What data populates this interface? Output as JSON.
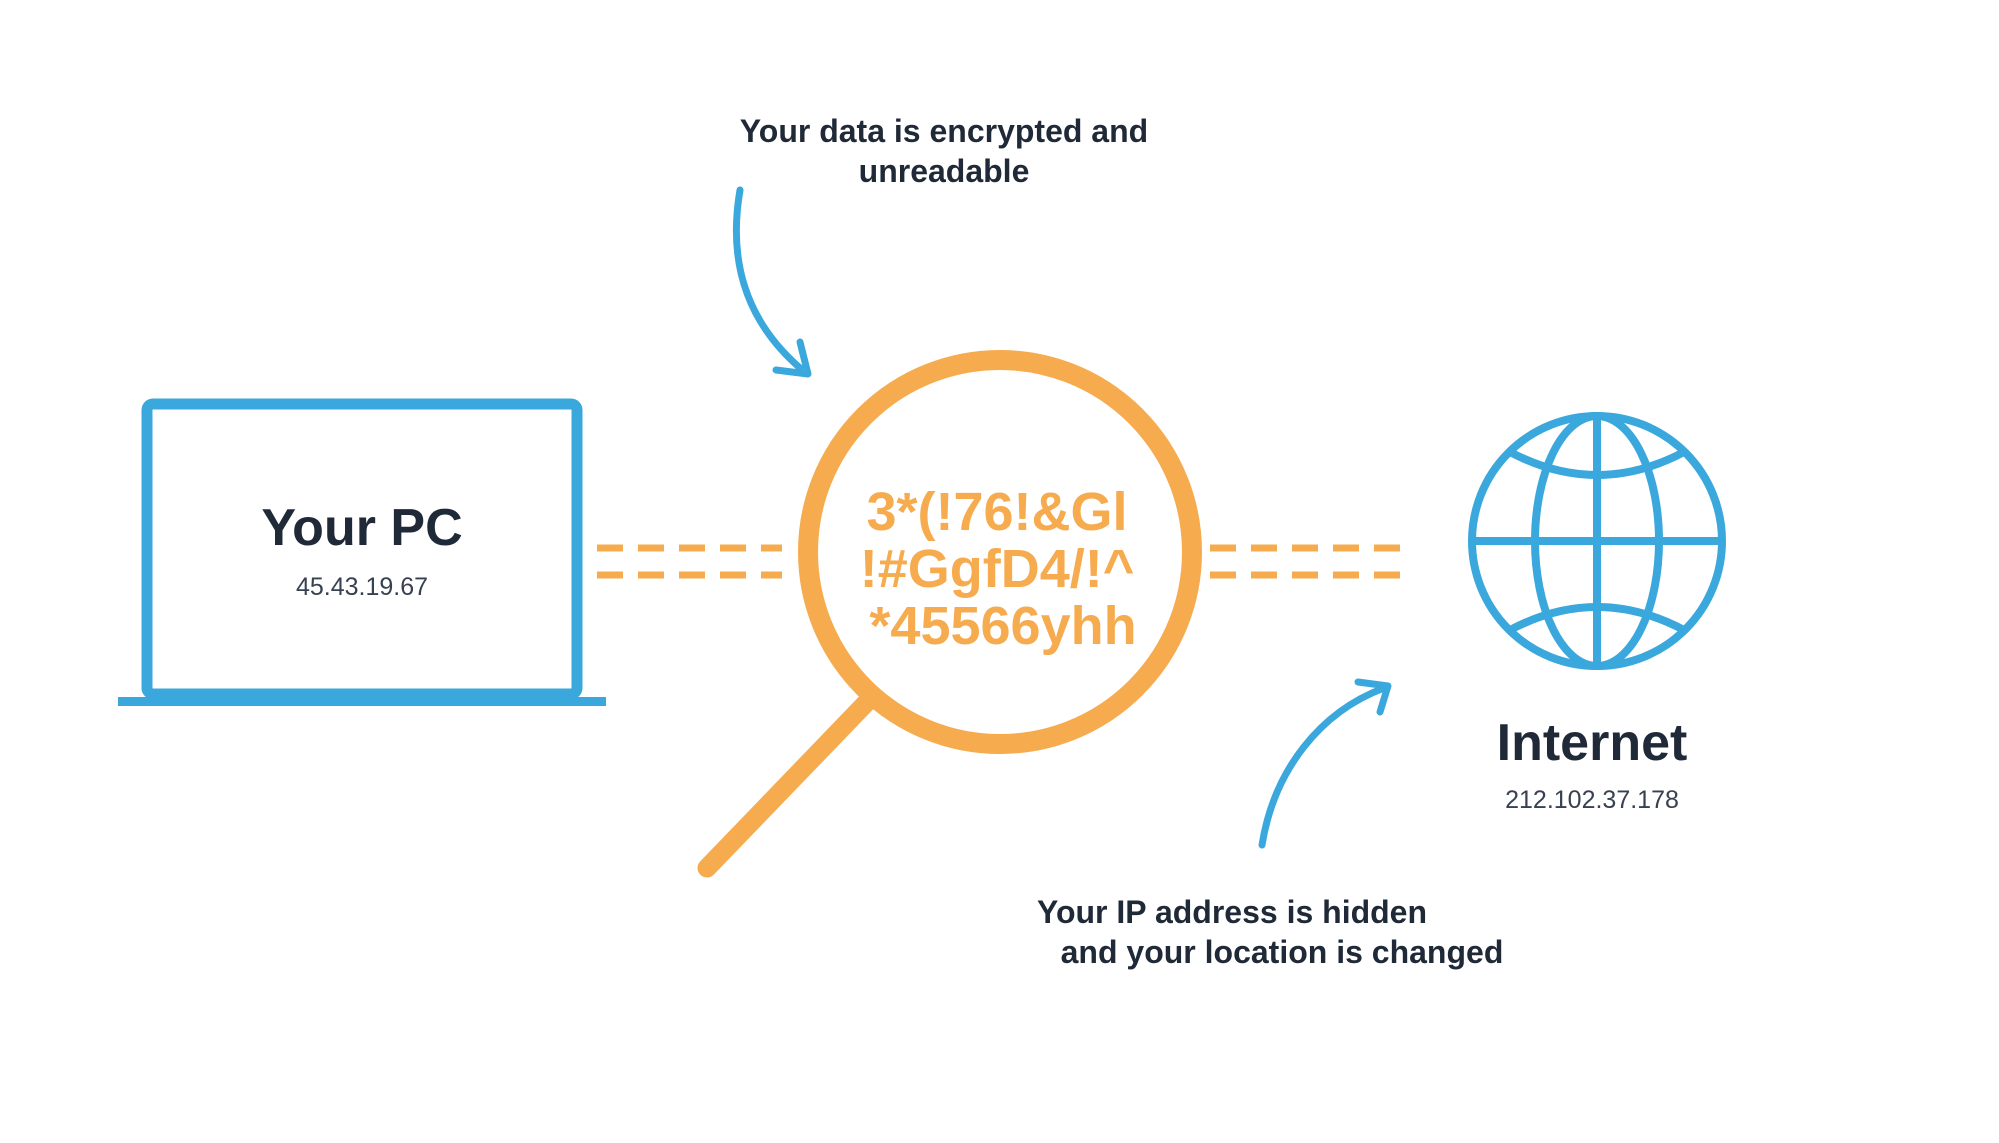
{
  "colors": {
    "blue": "#3aa8dc",
    "orange": "#f5ab4e",
    "text": "#1f2937",
    "subtext": "#374151"
  },
  "pc": {
    "title": "Your PC",
    "ip": "45.43.19.67",
    "icon": "laptop-icon"
  },
  "encryption": {
    "note_line1": "Your data is encrypted and",
    "note_line2": "unreadable",
    "cipher_line1": "3*(!76!&Gl",
    "cipher_line2": "!#GgfD4/!^",
    "cipher_line3": "*45566yhh",
    "icon": "magnifier-icon"
  },
  "internet": {
    "title": "Internet",
    "ip": "212.102.37.178",
    "icon": "globe-icon",
    "note_line1": "Your IP address is hidden",
    "note_line2": "and your location is changed"
  }
}
